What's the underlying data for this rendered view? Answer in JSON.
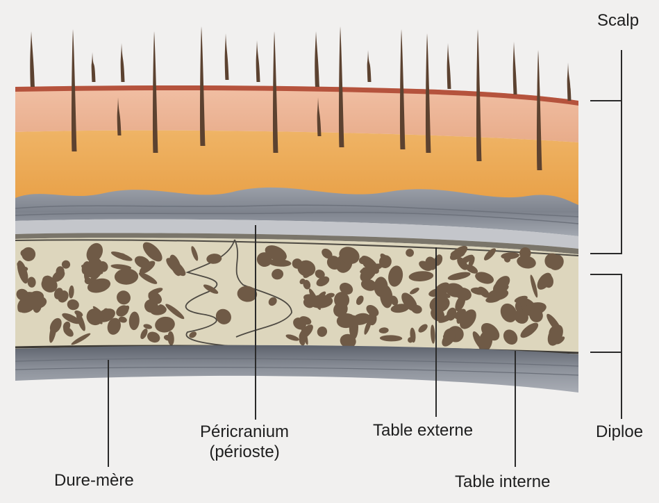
{
  "labels": {
    "scalp": "Scalp",
    "diploe": "Diploe",
    "table_externe": "Table externe",
    "pericranium_line1": "Péricranium",
    "pericranium_line2": "(périoste)",
    "dure_mere": "Dure-mère",
    "table_interne": "Table interne"
  },
  "colors": {
    "background": "#f1f0ef",
    "epidermis": "#b5533d",
    "dermis": "#ebb496",
    "subcutaneous": "#e9a64e",
    "galea": "#8a8e97",
    "bone_matrix": "#ddd6bd",
    "diploe_spots": "#6f5a46",
    "dura": "#7d818b",
    "hair": "#5c4230",
    "leader_lines": "#2a2a2a"
  }
}
